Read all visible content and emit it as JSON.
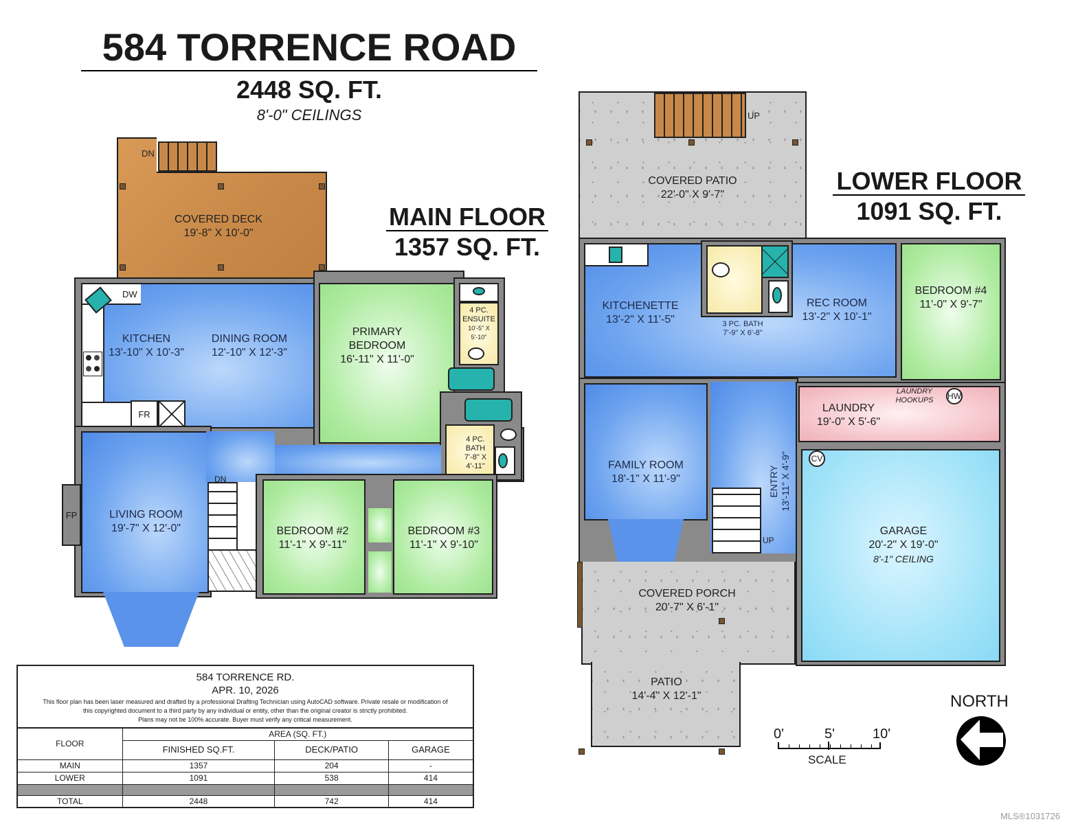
{
  "header": {
    "title": "584 TORRENCE ROAD",
    "total_sqft": "2448 SQ. FT.",
    "ceilings": "8'-0\" CEILINGS"
  },
  "main_floor": {
    "heading": "MAIN FLOOR",
    "sqft": "1357 SQ. FT.",
    "rooms": [
      {
        "name": "COVERED DECK",
        "size": "19'-8\" X 10'-0\""
      },
      {
        "name": "KITCHEN",
        "size": "13'-10\" X 10'-3\""
      },
      {
        "name": "DINING ROOM",
        "size": "12'-10\" X 12'-3\""
      },
      {
        "name": "PRIMARY BEDROOM",
        "size": "16'-11\" X 11'-0\""
      },
      {
        "name": "4 PC. ENSUITE",
        "size": "10'-5\" X 5'-10\""
      },
      {
        "name": "4 PC. BATH",
        "size": "7'-8\" X 4'-11\""
      },
      {
        "name": "LIVING ROOM",
        "size": "19'-7\" X 12'-0\""
      },
      {
        "name": "BEDROOM #2",
        "size": "11'-1\" X 9'-11\""
      },
      {
        "name": "BEDROOM #3",
        "size": "11'-1\" X 9'-10\""
      }
    ],
    "fixture_labels": {
      "dw": "DW",
      "fr": "FR",
      "fp": "FP",
      "stairs_deck": "DN",
      "stairs_interior": "DN"
    },
    "ensuite_lines": [
      "4 PC.",
      "ENSUITE",
      "10'-5\" X",
      "5'-10\""
    ],
    "bath_lines": [
      "4 PC.",
      "BATH",
      "7'-8\" X",
      "4'-11\""
    ],
    "primary_lines": [
      "PRIMARY",
      "BEDROOM",
      "16'-11\" X 11'-0\""
    ]
  },
  "lower_floor": {
    "heading": "LOWER FLOOR",
    "sqft": "1091 SQ. FT.",
    "rooms": [
      {
        "name": "COVERED PATIO",
        "size": "22'-0\" X 9'-7\""
      },
      {
        "name": "KITCHENETTE",
        "size": "13'-2\" X 11'-5\""
      },
      {
        "name": "3 PC. BATH",
        "size": "7'-9\" X 6'-8\""
      },
      {
        "name": "REC ROOM",
        "size": "13'-2\" X 10'-1\""
      },
      {
        "name": "BEDROOM #4",
        "size": "11'-0\" X 9'-7\""
      },
      {
        "name": "LAUNDRY",
        "size": "19'-0\" X 5'-6\""
      },
      {
        "name": "FAMILY ROOM",
        "size": "18'-1\" X 11'-9\""
      },
      {
        "name": "ENTRY",
        "size": "13'-11\" X 4'-9\""
      },
      {
        "name": "GARAGE",
        "size": "20'-2\" X 19'-0\"",
        "note": "8'-1\" CEILING"
      },
      {
        "name": "COVERED PORCH",
        "size": "20'-7\" X 6'-1\""
      },
      {
        "name": "PATIO",
        "size": "14'-4\" X 12'-1\""
      }
    ],
    "fixture_labels": {
      "laundry_hookups_1": "LAUNDRY",
      "laundry_hookups_2": "HOOKUPS",
      "hw": "HW",
      "cv": "CV",
      "stairs_patio": "UP",
      "stairs_entry": "UP"
    }
  },
  "info_table": {
    "address": "584 TORRENCE RD.",
    "date": "APR. 10, 2026",
    "disclaimer_1": "This floor plan has been laser measured and drafted by a professional Drafting Technician using AutoCAD software. Private resale or modification of",
    "disclaimer_2": "this copyrighted document to a third party by any individual or entity, other than the original creator is strictly prohibited.",
    "disclaimer_3": "Plans may not be 100% accurate.  Buyer must verify any critical measurement.",
    "col_floor": "FLOOR",
    "col_area": "AREA (SQ. FT.)",
    "columns": [
      "FINISHED SQ.FT.",
      "DECK/PATIO",
      "GARAGE"
    ],
    "rows": [
      {
        "floor": "MAIN",
        "finished": "1357",
        "deck": "204",
        "garage": "-"
      },
      {
        "floor": "LOWER",
        "finished": "1091",
        "deck": "538",
        "garage": "414"
      }
    ],
    "total": {
      "floor": "TOTAL",
      "finished": "2448",
      "deck": "742",
      "garage": "414"
    }
  },
  "scale": {
    "ticks": [
      "0'",
      "5'",
      "10'"
    ],
    "label": "SCALE"
  },
  "north": {
    "label": "NORTH",
    "icon": "north-arrow-left-icon"
  },
  "watermark": "MLS®1031726",
  "colors": {
    "living": "#6ea4ef",
    "bedroom": "#aeeba0",
    "bath": "#f7e9a8",
    "laundry": "#f0b0b8",
    "garage": "#9ee2f8",
    "deck": "#c88948",
    "concrete": "#cfcfcf",
    "wall": "#8a8a8a"
  }
}
